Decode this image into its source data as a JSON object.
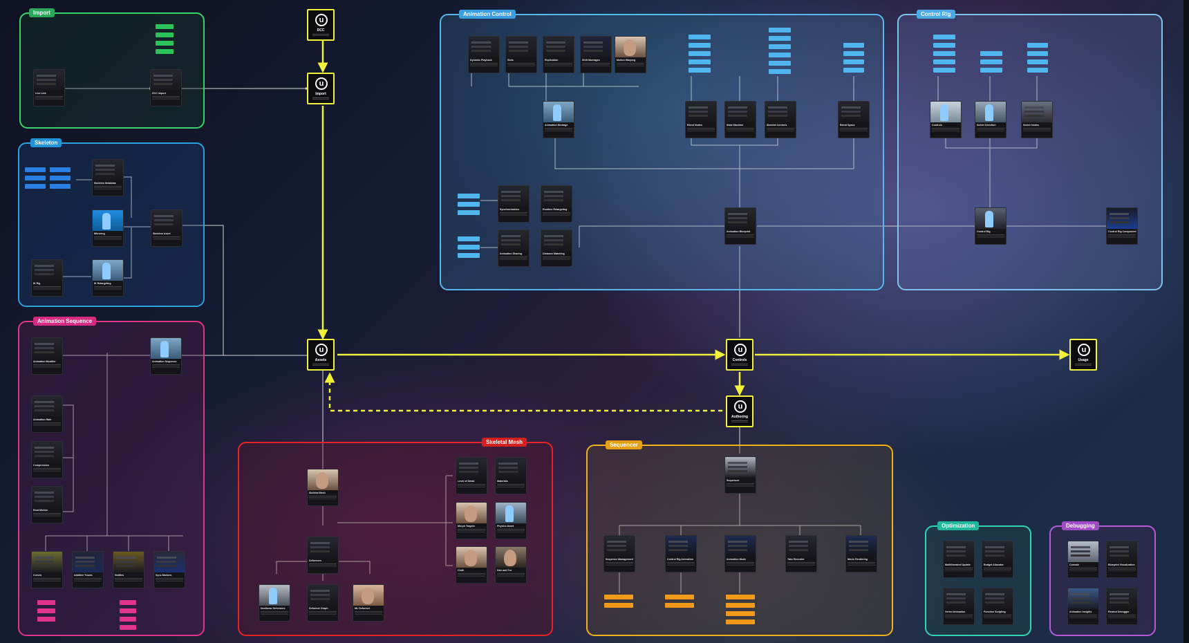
{
  "colors": {
    "import": "#3ad36b",
    "skeleton": "#2aa3e0",
    "animseq": "#e0338a",
    "animctrl": "#5ab8f0",
    "controlrig": "#7fc4ef",
    "skelmesh": "#e42424",
    "sequencer": "#f1b31c",
    "optimization": "#2fd6b6",
    "debugging": "#b65ad8",
    "hub": "#f2f23a",
    "wire": "#d8d8d8"
  },
  "groups": {
    "import": {
      "label": "Import"
    },
    "skeleton": {
      "label": "Skeleton"
    },
    "animseq": {
      "label": "Animation Sequence"
    },
    "animctrl": {
      "label": "Animation Control"
    },
    "controlrig": {
      "label": "Control Rig"
    },
    "skelmesh": {
      "label": "Skeletal Mesh"
    },
    "sequencer": {
      "label": "Sequencer"
    },
    "optimization": {
      "label": "Optimization"
    },
    "debugging": {
      "label": "Debugging"
    }
  },
  "hubs": {
    "dcc": "DCC",
    "import": "Import",
    "assets": "Assets",
    "controls": "Controls",
    "authoring": "Authoring",
    "usage": "Usage"
  },
  "import_cards": {
    "live_link": "Live Link",
    "dcc_import": "DCC Import"
  },
  "skeleton_cards": {
    "skeleton_metadata": "Skeleton Metadata",
    "mirroring": "Mirroring",
    "skeleton_asset": "Skeleton Asset",
    "ik_rig": "IK Rig",
    "ik_retargeting": "IK Retargeting"
  },
  "animseq_cards": {
    "animation_modifier": "Animation Modifier",
    "animation_sequence": "Animation Sequence",
    "animation_rate": "Animation Rate",
    "compression": "Compression",
    "root_motion": "Root Motion",
    "curves": "Curves",
    "additive_tracks": "Additive Tracks",
    "notifies": "Notifies",
    "sync_markers": "Sync Markers"
  },
  "animctrl_cards": {
    "dynamic_playback": "Dynamic Playback",
    "slots": "Slots",
    "replication": "Replication",
    "shift_montages": "Shift Montages",
    "motion_warping": "Motion Warping",
    "animation_montage": "Animation Montage",
    "blend_nodes": "Blend Nodes",
    "state_machine": "State Machine",
    "skeletal_controls": "Skeletal Controls",
    "blend_space": "Blend Space",
    "synchronization": "Synchronization",
    "runtime_retargeting": "Runtime Retargeting",
    "animation_sharing": "Animation Sharing",
    "distance_matching": "Distance Matching",
    "animation_blueprint": "Animation Blueprint"
  },
  "controlrig_cards": {
    "controls": "Controls",
    "solver_direction": "Solver Direction",
    "solver_nodes": "Solver Nodes",
    "control_rig": "Control Rig",
    "control_rig_component": "Control Rig Component"
  },
  "skelmesh_cards": {
    "skeletal_mesh": "Skeletal Mesh",
    "level_of_detail": "Level of Detail",
    "materials": "Materials",
    "morph_targets": "Morph Targets",
    "physics_asset": "Physics Asset",
    "cloth": "Cloth",
    "hair_and_fur": "Hair and Fur",
    "deformers": "Deformers",
    "nonlinear_deformers": "Nonlinear Deformers",
    "deformer_graph": "Deformer Graph",
    "ml_deformer": "ML Deformer"
  },
  "sequencer_cards": {
    "sequencer": "Sequencer",
    "sequence_management": "Sequence Management",
    "control_rig_animation": "Control Rig Animation",
    "animation_mode": "Animation Mode",
    "take_recorder": "Take Recorder",
    "movie_rendering": "Movie Rendering"
  },
  "optimization_cards": {
    "multithreaded_update": "Multithreaded Update",
    "budget_allocator": "Budget Allocator",
    "vertex_animation": "Vertex Animation",
    "function_scripting": "Function Scripting"
  },
  "debugging_cards": {
    "console": "Console",
    "blueprint_visualization": "Blueprint Visualization",
    "animation_insights": "Animation Insights",
    "rewind_debugger": "Rewind Debugger"
  }
}
